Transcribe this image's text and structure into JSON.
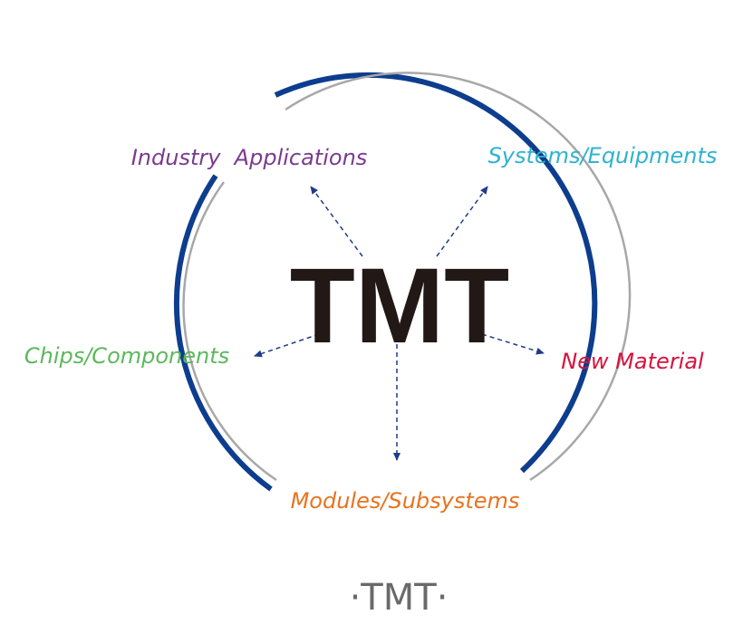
{
  "diagram": {
    "center": "TMT",
    "caption": "·TMT·",
    "colors": {
      "outer_ring": "#0d3d8e",
      "inner_ring": "#a8a8a8",
      "arrow": "#1f3c8a",
      "center_text": "#221815",
      "caption_text": "#6a6a6a"
    },
    "nodes": [
      {
        "id": "industry-applications",
        "label": "Industry  Applications",
        "color": "#7a3b8f"
      },
      {
        "id": "systems-equipments",
        "label": "Systems/Equipments",
        "color": "#2eb3d0"
      },
      {
        "id": "chips-components",
        "label": "Chips/Components",
        "color": "#5cb85c"
      },
      {
        "id": "new-material",
        "label": "New Material",
        "color": "#d8113e"
      },
      {
        "id": "modules-subsystems",
        "label": "Modules/Subsystems",
        "color": "#e8731e"
      }
    ]
  }
}
